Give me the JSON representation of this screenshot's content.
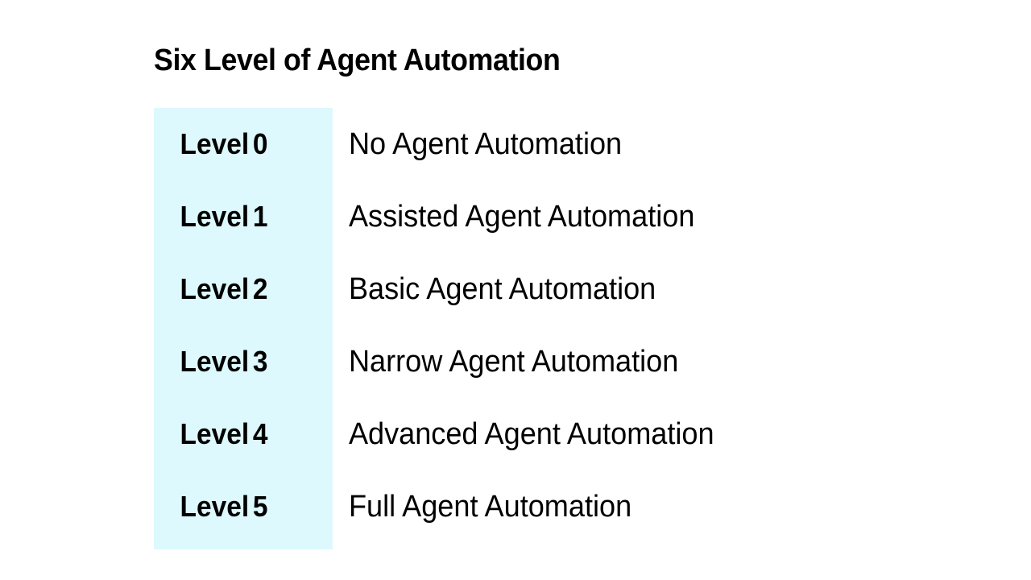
{
  "slide": {
    "title": "Six Level of Agent Automation",
    "background_color": "#ffffff",
    "text_color": "#000000",
    "highlight_color": "#ddf9fd"
  },
  "levels": [
    {
      "label": "Level",
      "number": "0",
      "description": "No Agent Automation"
    },
    {
      "label": "Level",
      "number": "1",
      "description": "Assisted Agent Automation"
    },
    {
      "label": "Level",
      "number": "2",
      "description": "Basic Agent Automation"
    },
    {
      "label": "Level",
      "number": "3",
      "description": "Narrow Agent Automation"
    },
    {
      "label": "Level",
      "number": "4",
      "description": "Advanced Agent Automation"
    },
    {
      "label": "Level",
      "number": "5",
      "description": "Full Agent Automation"
    }
  ]
}
